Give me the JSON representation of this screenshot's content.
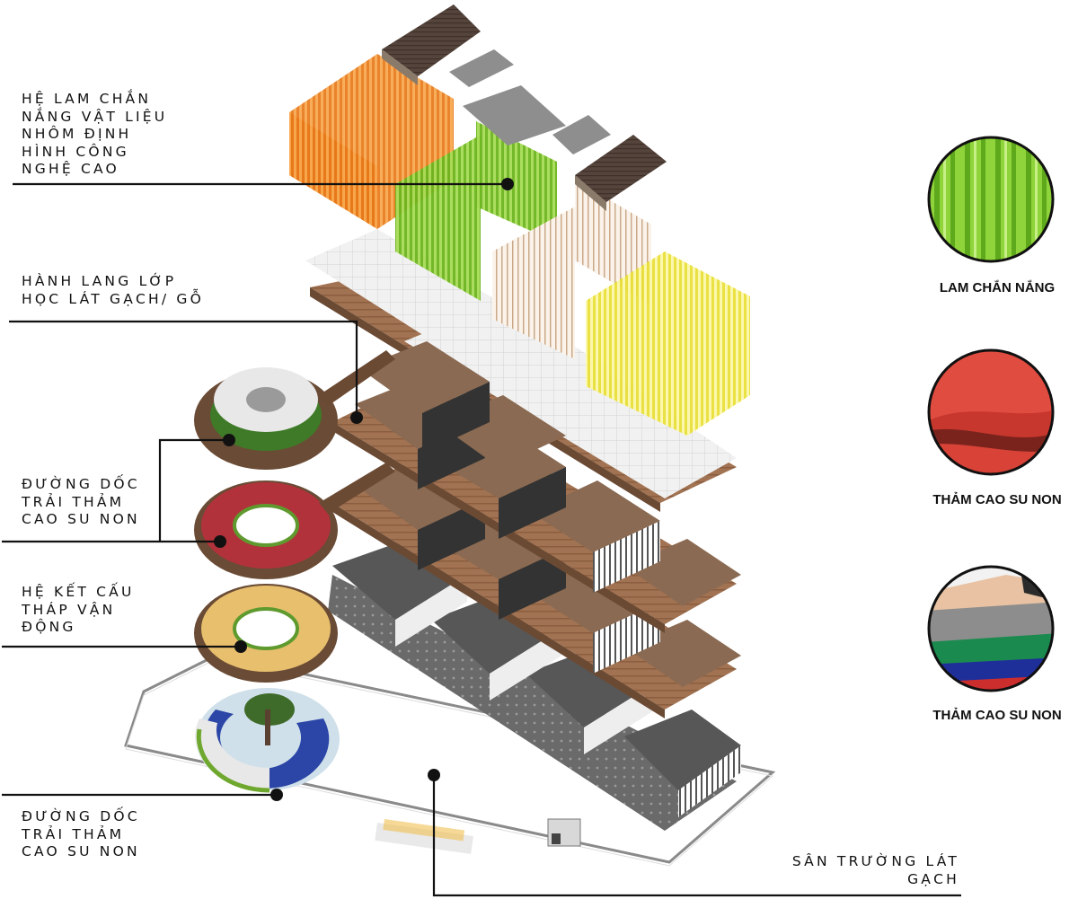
{
  "callouts": [
    {
      "lines": [
        "HỆ LAM CHẮN",
        "NẮNG VẬT LIỆU",
        "NHÔM ĐỊNH",
        "HÌNH CÔNG",
        "NGHỆ CAO"
      ]
    },
    {
      "lines": [
        "HÀNH LANG LỚP",
        "HỌC LÁT GẠCH/ GỖ"
      ]
    },
    {
      "lines": [
        "ĐƯỜNG DỐC",
        "TRẢI THẢM",
        "CAO SU NON"
      ]
    },
    {
      "lines": [
        "HỆ KẾT CẤU",
        "THÁP VẬN",
        "ĐỘNG"
      ]
    },
    {
      "lines": [
        "ĐƯỜNG DỐC",
        "TRẢI THẢM",
        "CAO SU NON"
      ]
    },
    {
      "lines": [
        "SÂN TRƯỜNG LÁT",
        "GẠCH"
      ]
    }
  ],
  "swatches": [
    {
      "caption": "LAM CHẮN NẮNG",
      "color": "#7cc42a"
    },
    {
      "caption": "THẢM CAO SU NON",
      "color": "#e5483e"
    },
    {
      "caption": "THẢM CAO SU NON",
      "color": "#8c8c8c"
    }
  ],
  "palette": {
    "louver_orange": "#f08a1c",
    "louver_green": "#7cc42a",
    "louver_yellow": "#f4ee5a",
    "deck_wood": "#9b6a48",
    "roof_dark": "#4a3a33",
    "court_gray": "#6e6e6e"
  }
}
